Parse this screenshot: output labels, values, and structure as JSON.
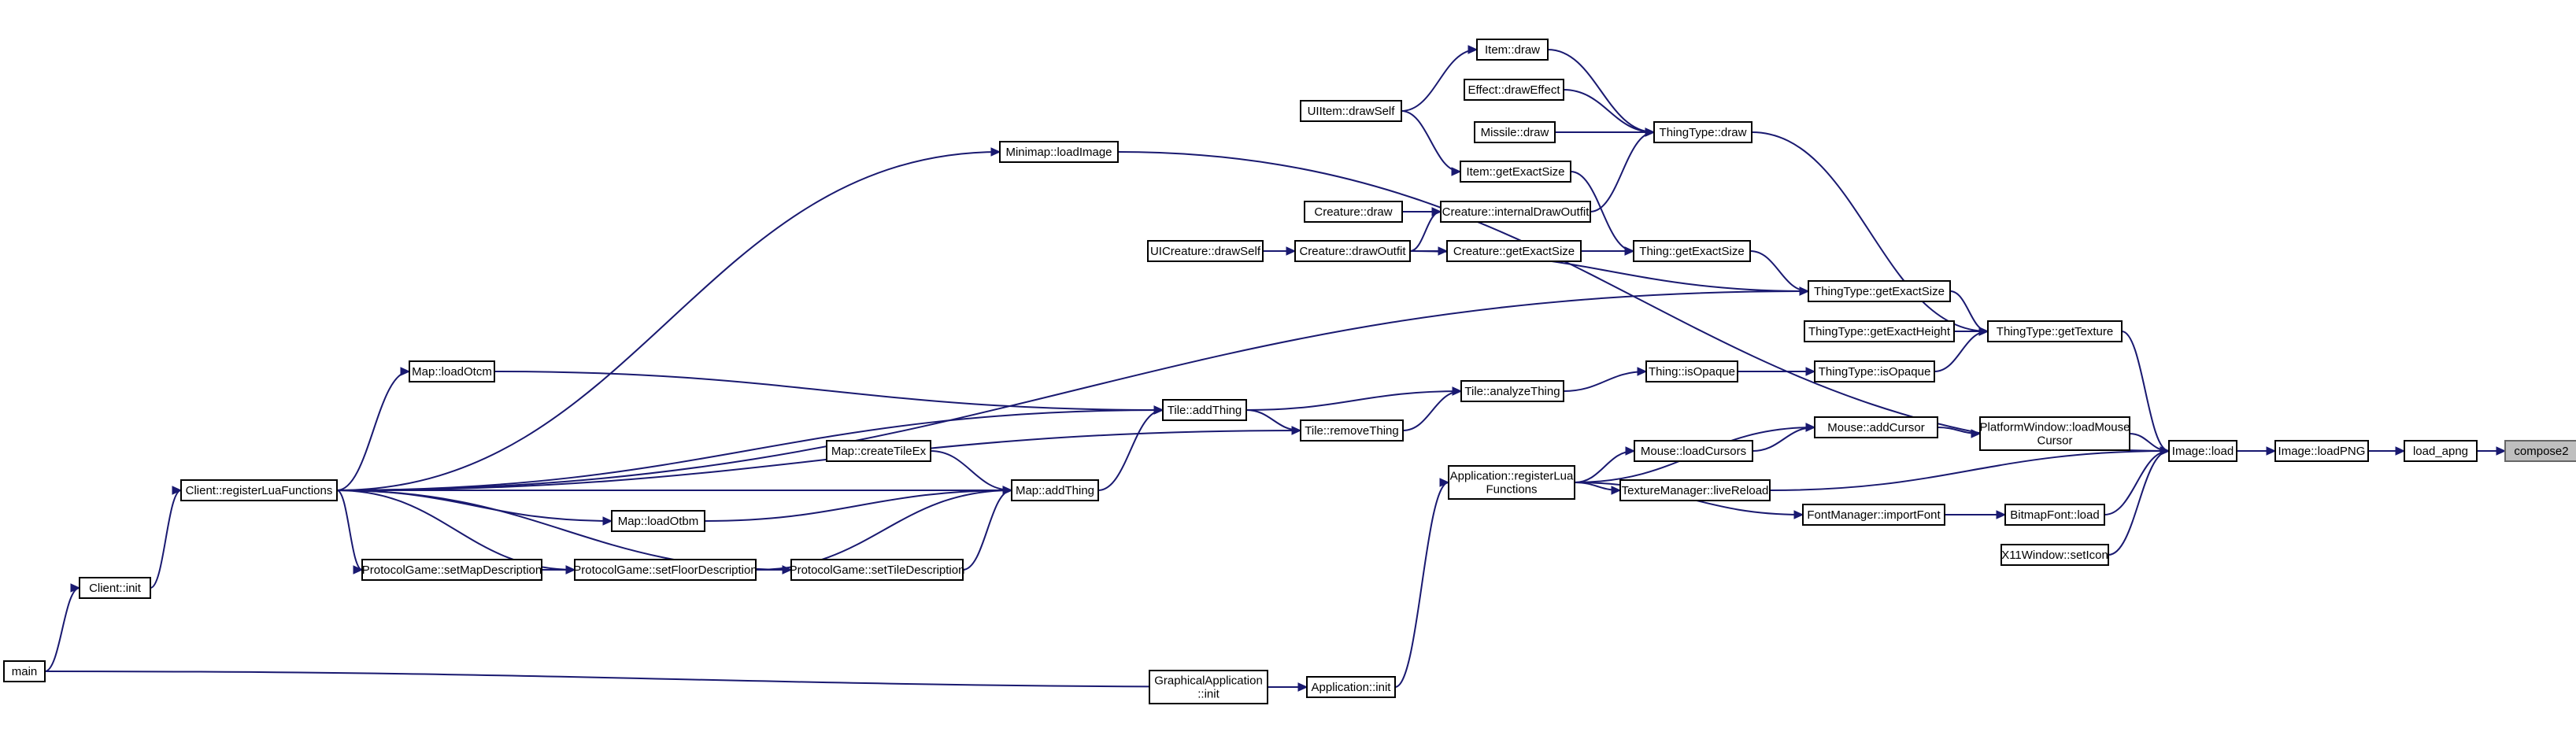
{
  "diagram": {
    "nodes": [
      {
        "id": "compose2",
        "label": [
          "compose2"
        ]
      },
      {
        "id": "load_apng",
        "label": [
          "load_apng"
        ]
      },
      {
        "id": "image_loadpng",
        "label": [
          "Image::loadPNG"
        ]
      },
      {
        "id": "image_load",
        "label": [
          "Image::load"
        ]
      },
      {
        "id": "thingtype_gettexture",
        "label": [
          "ThingType::getTexture"
        ]
      },
      {
        "id": "platformwindow_loadmousecursor",
        "label": [
          "PlatformWindow::loadMouse",
          "Cursor"
        ]
      },
      {
        "id": "bitmapfont_load",
        "label": [
          "BitmapFont::load"
        ]
      },
      {
        "id": "x11window_seticon",
        "label": [
          "X11Window::setIcon"
        ]
      },
      {
        "id": "minimap_loadimage",
        "label": [
          "Minimap::loadImage"
        ]
      },
      {
        "id": "thingtype_draw",
        "label": [
          "ThingType::draw"
        ]
      },
      {
        "id": "thingtype_getexactsize",
        "label": [
          "ThingType::getExactSize"
        ]
      },
      {
        "id": "thingtype_getexactheight",
        "label": [
          "ThingType::getExactHeight"
        ]
      },
      {
        "id": "thingtype_isopaque",
        "label": [
          "ThingType::isOpaque"
        ]
      },
      {
        "id": "item_draw",
        "label": [
          "Item::draw"
        ]
      },
      {
        "id": "effect_draweffect",
        "label": [
          "Effect::drawEffect"
        ]
      },
      {
        "id": "missile_draw",
        "label": [
          "Missile::draw"
        ]
      },
      {
        "id": "uiitem_drawself",
        "label": [
          "UIItem::drawSelf"
        ]
      },
      {
        "id": "item_getexactsize",
        "label": [
          "Item::getExactSize"
        ]
      },
      {
        "id": "creature_draw",
        "label": [
          "Creature::draw"
        ]
      },
      {
        "id": "creature_internaldrawoutfit",
        "label": [
          "Creature::internalDrawOutfit"
        ]
      },
      {
        "id": "uicreature_drawself",
        "label": [
          "UICreature::drawSelf"
        ]
      },
      {
        "id": "creature_drawoutfit",
        "label": [
          "Creature::drawOutfit"
        ]
      },
      {
        "id": "creature_getexactsize",
        "label": [
          "Creature::getExactSize"
        ]
      },
      {
        "id": "thing_getexactsize",
        "label": [
          "Thing::getExactSize"
        ]
      },
      {
        "id": "thing_isopaque",
        "label": [
          "Thing::isOpaque"
        ]
      },
      {
        "id": "tile_analyzething",
        "label": [
          "Tile::analyzeThing"
        ]
      },
      {
        "id": "tile_addthing",
        "label": [
          "Tile::addThing"
        ]
      },
      {
        "id": "tile_removething",
        "label": [
          "Tile::removeThing"
        ]
      },
      {
        "id": "map_loadotcm",
        "label": [
          "Map::loadOtcm"
        ]
      },
      {
        "id": "map_createtileex",
        "label": [
          "Map::createTileEx"
        ]
      },
      {
        "id": "map_addthing",
        "label": [
          "Map::addThing"
        ]
      },
      {
        "id": "map_loadotbm",
        "label": [
          "Map::loadOtbm"
        ]
      },
      {
        "id": "client_registerluafunctions",
        "label": [
          "Client::registerLuaFunctions"
        ]
      },
      {
        "id": "protocolgame_setmapdescription",
        "label": [
          "ProtocolGame::setMapDescription"
        ]
      },
      {
        "id": "protocolgame_setfloordescription",
        "label": [
          "ProtocolGame::setFloorDescription"
        ]
      },
      {
        "id": "protocolgame_settiledescription",
        "label": [
          "ProtocolGame::setTileDescription"
        ]
      },
      {
        "id": "client_init",
        "label": [
          "Client::init"
        ]
      },
      {
        "id": "main",
        "label": [
          "main"
        ]
      },
      {
        "id": "mouse_addcursor",
        "label": [
          "Mouse::addCursor"
        ]
      },
      {
        "id": "mouse_loadcursors",
        "label": [
          "Mouse::loadCursors"
        ]
      },
      {
        "id": "texturemanager_livereload",
        "label": [
          "TextureManager::liveReload"
        ]
      },
      {
        "id": "fontmanager_importfont",
        "label": [
          "FontManager::importFont"
        ]
      },
      {
        "id": "application_registerluafunctions",
        "label": [
          "Application::registerLua",
          "Functions"
        ]
      },
      {
        "id": "application_init",
        "label": [
          "Application::init"
        ]
      },
      {
        "id": "graphicalapplication_init",
        "label": [
          "GraphicalApplication",
          "::init"
        ]
      }
    ]
  }
}
